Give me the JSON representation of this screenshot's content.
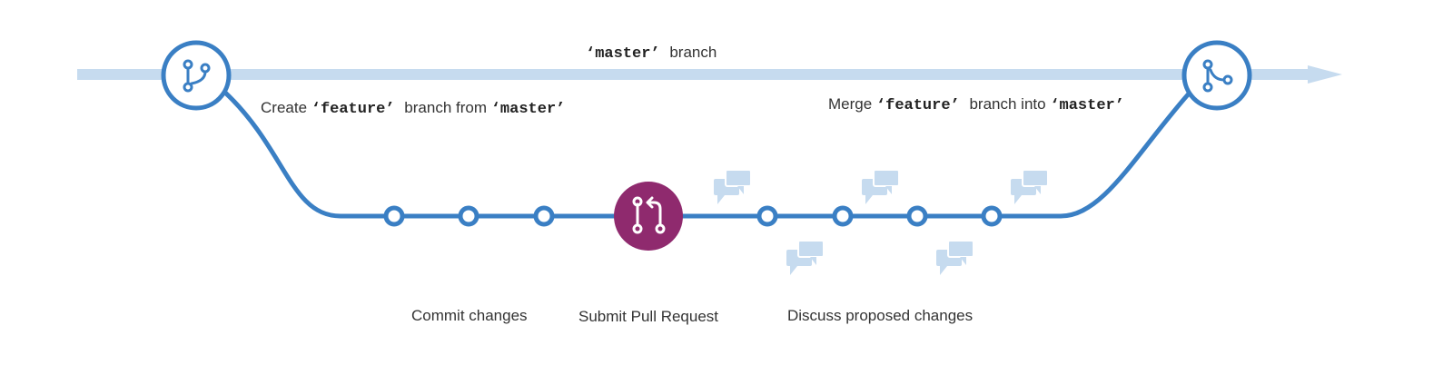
{
  "master_label": {
    "quote_open": "‘",
    "code": "master",
    "quote_close": "’",
    "text": " branch"
  },
  "create_label": {
    "pre": "Create ",
    "code1": "‘feature’",
    "mid": " branch from ",
    "code2": "‘master’"
  },
  "merge_label": {
    "pre": "Merge ",
    "code1": "‘feature’",
    "mid": " branch into ",
    "code2": "‘master’"
  },
  "steps": {
    "commit": "Commit changes",
    "pull_request": "Submit Pull Request",
    "discuss": "Discuss proposed changes"
  },
  "icons": {
    "branch_start": "git-branch-icon",
    "pull_request": "pull-request-icon",
    "merge": "git-merge-icon",
    "comment": "comment-bubbles-icon"
  },
  "colors": {
    "master_line": "#c6dbef",
    "feature_line": "#3a7fc4",
    "pull_request_fill": "#8f2a6e",
    "comment_fill": "#c6dbef",
    "text": "#333333"
  }
}
